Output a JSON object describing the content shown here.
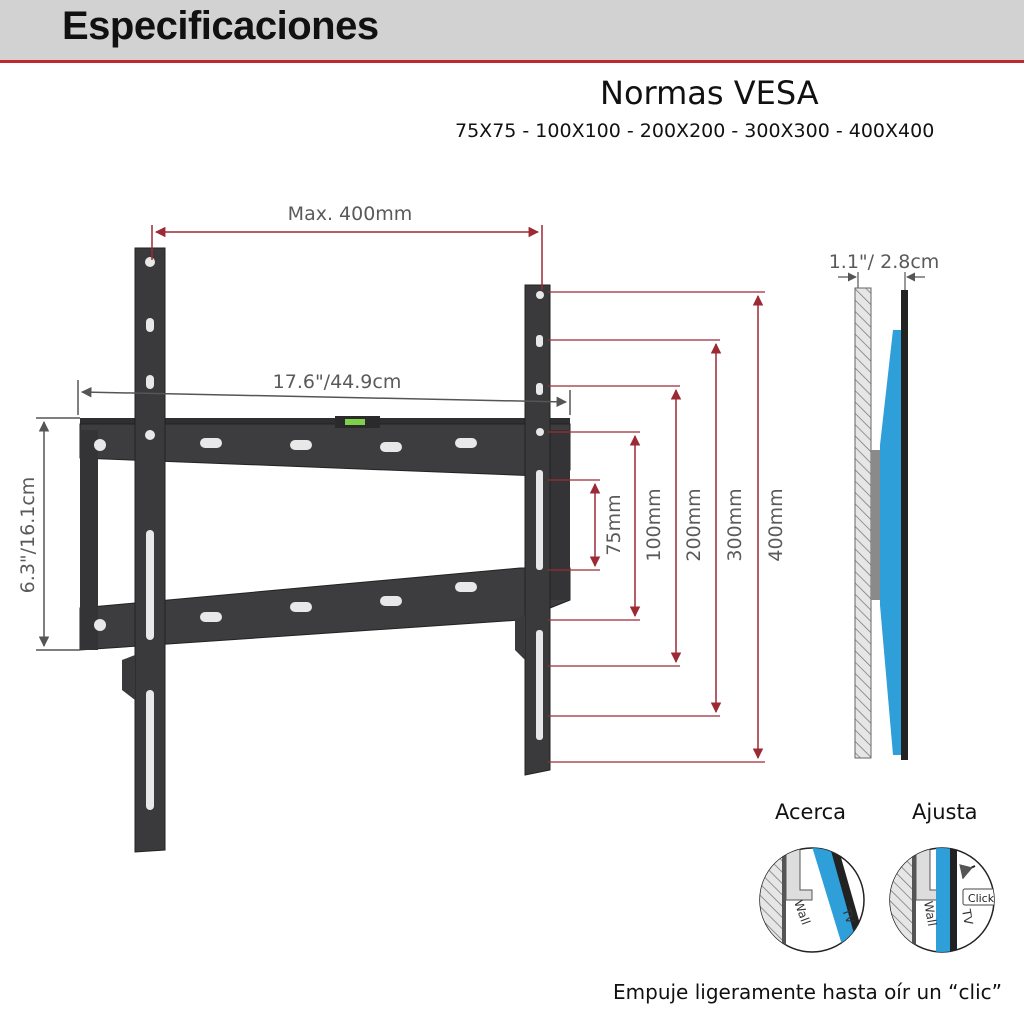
{
  "header": {
    "title": "Especificaciones"
  },
  "vesa": {
    "title": "Normas VESA",
    "sizes": "75X75 - 100X100 - 200X200 - 300X300 - 400X400"
  },
  "dimensions": {
    "max_width": "Max. 400mm",
    "bracket_width": "17.6\"/44.9cm",
    "bracket_height": "6.3\"/16.1cm",
    "profile_depth": "1.1\"/ 2.8cm",
    "vesa_75": "75mm",
    "vesa_100": "100mm",
    "vesa_200": "200mm",
    "vesa_300": "300mm",
    "vesa_400": "400mm"
  },
  "steps": {
    "step1": "Acerca",
    "step2": "Ajusta",
    "wall_label": "Wall",
    "tv_label": "TV",
    "click_label": "Click"
  },
  "footer": {
    "note": "Empuje ligeramente hasta oír un “clic”"
  },
  "colors": {
    "accent_red": "#c0282d",
    "dimension_line": "#9b2a35",
    "bracket": "#3a3a3c",
    "tv_blue": "#2e9fd8",
    "header_bg": "#d2d2d2"
  }
}
